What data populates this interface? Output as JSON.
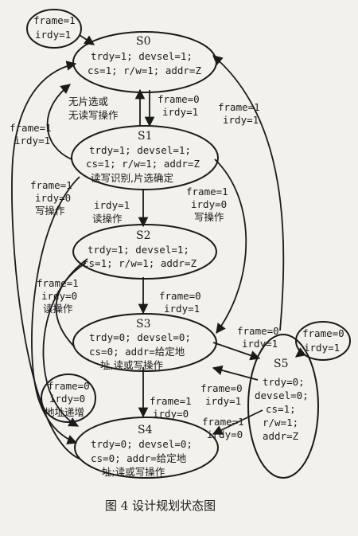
{
  "states": {
    "s0": {
      "name": "S0",
      "line1": "trdy=1; devsel=1;",
      "line2": "cs=1; r/w=1; addr=Z"
    },
    "s1": {
      "name": "S1",
      "line1": "trdy=1; devsel=1;",
      "line2": "cs=1; r/w=1; addr=Z",
      "line3": "读写识别,片选确定"
    },
    "s2": {
      "name": "S2",
      "line1": "trdy=1; devsel=1;",
      "line2": "cs=1; r/w=1; addr=Z"
    },
    "s3": {
      "name": "S3",
      "line1": "trdy=0; devsel=0;",
      "line2": "cs=0; addr=给定地",
      "line3": "址,读或写操作"
    },
    "s4": {
      "name": "S4",
      "line1": "trdy=0; devsel=0;",
      "line2": "cs=0; addr=给定地",
      "line3": "址;读或写操作"
    },
    "s5": {
      "name": "S5",
      "line1": "trdy=0;",
      "line2": "devsel=0;",
      "line3": "cs=1;",
      "line4": "r/w=1;",
      "line5": "addr=Z"
    }
  },
  "loops": {
    "s0_self": {
      "l1": "frame=1",
      "l2": "irdy=1"
    },
    "s4_self": {
      "l1": "frame=0",
      "l2": "irdy=0",
      "l3": "地址递增"
    },
    "s5_self": {
      "l1": "frame=0",
      "l2": "irdy=1"
    }
  },
  "labels": {
    "s0_note": {
      "l1": "无片选或",
      "l2": "无读写操作"
    },
    "s0_s1": {
      "l1": "frame=0",
      "l2": "irdy=1"
    },
    "s1_s0_right": {
      "l1": "frame=1",
      "l2": "irdy=1"
    },
    "s1_s0_left": {
      "l1": "frame=1",
      "l2": "irdy=1"
    },
    "s1_s4": {
      "l1": "frame=1",
      "l2": "irdy=0",
      "l3": "写操作"
    },
    "s1_s2": {
      "l1": "irdy=1",
      "l2": "读操作"
    },
    "s1_s3": {
      "l1": "frame=1",
      "l2": "irdy=0",
      "l3": "写操作"
    },
    "s2_s4": {
      "l1": "frame=1",
      "l2": "irdy=0",
      "l3": "读操作"
    },
    "s2_s3": {
      "l1": "frame=0",
      "l2": "irdy=1"
    },
    "s3_s5": {
      "l1": "frame=0",
      "l2": "irdy=1"
    },
    "s5_s3": {
      "l1": "frame=0",
      "l2": "irdy=1"
    },
    "s3_s4": {
      "l1": "frame=1",
      "l2": "irdy=0"
    },
    "s5_s4": {
      "l1": "frame=1",
      "l2": "irdy=0"
    }
  },
  "caption": {
    "text": "图 4   设计规划状态图"
  }
}
